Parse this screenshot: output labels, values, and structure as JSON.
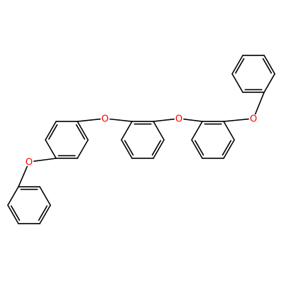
{
  "molecule": {
    "atom_symbol": "O",
    "oxygen_count": 4,
    "benzene_ring_count": 5,
    "colors": {
      "bond": "#000000",
      "oxygen": "#ff0000",
      "background": "#ffffff"
    }
  }
}
